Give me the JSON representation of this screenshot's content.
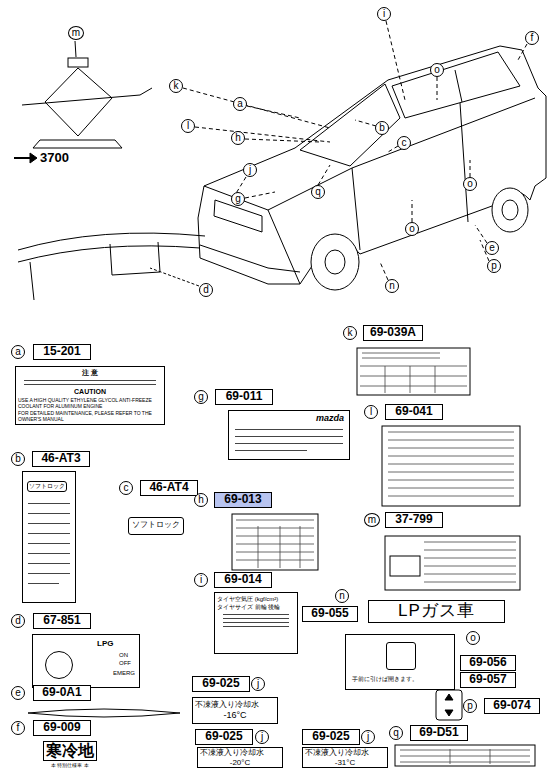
{
  "diagram": {
    "nodes": [
      {
        "text": [
          "m"
        ]
      },
      {
        "text": [
          "i"
        ]
      },
      {
        "text": [
          "k"
        ]
      },
      {
        "text": [
          "l"
        ]
      },
      {
        "text": [
          "a"
        ]
      },
      {
        "text": [
          "h"
        ]
      },
      {
        "text": [
          "j"
        ]
      },
      {
        "text": [
          "g"
        ]
      },
      {
        "text": [
          "q"
        ]
      },
      {
        "text": [
          "b"
        ]
      },
      {
        "text": [
          "c"
        ]
      },
      {
        "text": [
          "o"
        ]
      },
      {
        "text": [
          "f"
        ]
      },
      {
        "text": [
          "o"
        ]
      },
      {
        "text": [
          "o"
        ]
      },
      {
        "text": [
          "e"
        ]
      },
      {
        "text": [
          "p"
        ]
      },
      {
        "text": [
          "n"
        ]
      },
      {
        "text": [
          "d"
        ]
      },
      {
        "text": [
          "a"
        ]
      },
      {
        "text": [
          "15-201"
        ]
      },
      {
        "text": [
          "注 意",
          "CAUTION",
          "USE A HIGH QUALITY ETHYLENE GLYCOL ANTI-FREEZE COOLANT FOR ALUMINUM ENGINE",
          "FOR DETAILED MAINTENANCE, PLEASE REFER TO THE OWNER'S MANUAL"
        ]
      },
      {
        "text": [
          "k"
        ]
      },
      {
        "text": [
          "69-039A"
        ]
      },
      {
        "text": [
          "g"
        ]
      },
      {
        "text": [
          "69-011"
        ]
      },
      {
        "text": [
          "mazda"
        ]
      },
      {
        "text": [
          "l"
        ]
      },
      {
        "text": [
          "69-041"
        ]
      },
      {
        "text": [
          "b"
        ]
      },
      {
        "text": [
          "46-AT3"
        ]
      },
      {
        "text": [
          "ソフトロック"
        ]
      },
      {
        "text": [
          "c"
        ]
      },
      {
        "text": [
          "46-AT4"
        ]
      },
      {
        "text": [
          "ソフトロック"
        ]
      },
      {
        "text": [
          "h"
        ]
      },
      {
        "text": [
          "69-013"
        ]
      },
      {
        "text": [
          "m"
        ]
      },
      {
        "text": [
          "37-799"
        ]
      },
      {
        "text": [
          "d"
        ]
      },
      {
        "text": [
          "67-851"
        ]
      },
      {
        "text": [
          "LPG",
          "ON",
          "OFF",
          "EMERG"
        ]
      },
      {
        "text": [
          "i"
        ]
      },
      {
        "text": [
          "69-014"
        ]
      },
      {
        "text": [
          "タイヤ空気圧 (kgf/cm²)",
          "タイヤサイズ 前輪 後輪"
        ]
      },
      {
        "text": [
          "n"
        ]
      },
      {
        "text": [
          "69-055"
        ]
      },
      {
        "text": [
          "LPガス車"
        ]
      },
      {
        "text": [
          "o"
        ]
      },
      {
        "text": [
          "69-056"
        ]
      },
      {
        "text": [
          "69-057"
        ]
      },
      {
        "text": [
          "手前に引けば開きます。"
        ]
      },
      {
        "text": [
          "e"
        ]
      },
      {
        "text": [
          "69-0A1"
        ]
      },
      {
        "text": [
          "j"
        ]
      },
      {
        "text": [
          "69-025"
        ]
      },
      {
        "text": [
          "不凍液入り冷却水",
          "-16°C"
        ]
      },
      {
        "text": [
          "p"
        ]
      },
      {
        "text": [
          "69-074"
        ]
      },
      {
        "text": [
          "f"
        ]
      },
      {
        "text": [
          "69-009"
        ]
      },
      {
        "text": [
          "寒冷地",
          "本 特別仕様車 本"
        ]
      },
      {
        "text": [
          "j"
        ]
      },
      {
        "text": [
          "69-025"
        ]
      },
      {
        "text": [
          "不凍液入り冷却水",
          "-20°C"
        ]
      },
      {
        "text": [
          "j"
        ]
      },
      {
        "text": [
          "69-025"
        ]
      },
      {
        "text": [
          "不凍液入り冷却水",
          "-31°C"
        ]
      },
      {
        "text": [
          "q"
        ]
      },
      {
        "text": [
          "69-D51"
        ]
      }
    ],
    "labels": [
      "3700"
    ]
  }
}
